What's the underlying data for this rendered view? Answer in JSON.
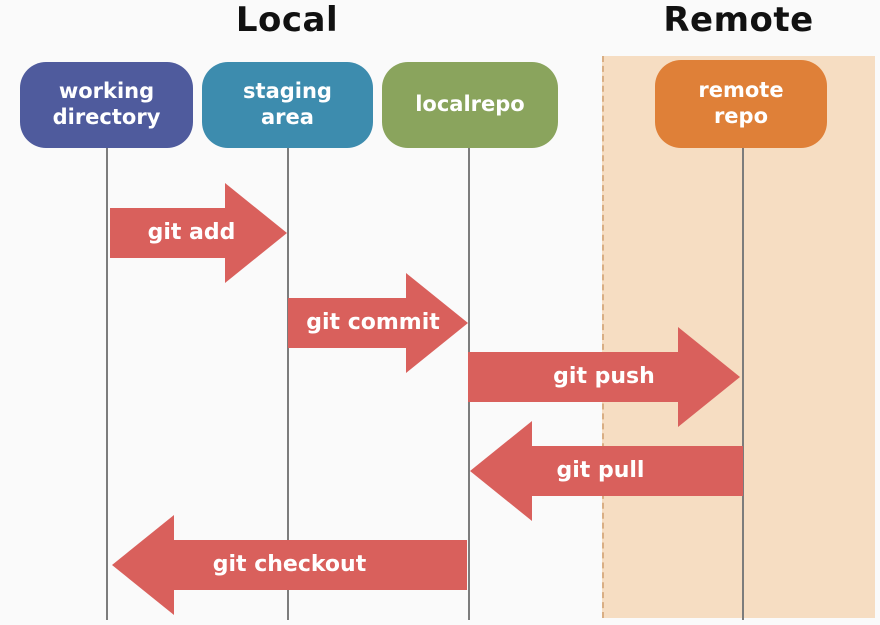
{
  "diagram": {
    "sections": [
      {
        "id": "local",
        "title": "Local"
      },
      {
        "id": "remote",
        "title": "Remote"
      }
    ],
    "nodes": [
      {
        "id": "working-directory",
        "label": "working\ndirectory",
        "color": "#4f5b9d"
      },
      {
        "id": "staging-area",
        "label": "staging\narea",
        "color": "#3d8cae"
      },
      {
        "id": "localrepo",
        "label": "localrepo",
        "color": "#8aa45d"
      },
      {
        "id": "remote-repo",
        "label": "remote\nrepo",
        "color": "#df8038"
      }
    ],
    "arrows": [
      {
        "label": "git add",
        "from": "working directory",
        "to": "staging area",
        "direction": "right"
      },
      {
        "label": "git commit",
        "from": "staging area",
        "to": "localrepo",
        "direction": "right"
      },
      {
        "label": "git push",
        "from": "localrepo",
        "to": "remote repo",
        "direction": "right"
      },
      {
        "label": "git pull",
        "from": "remote repo",
        "to": "localrepo",
        "direction": "left"
      },
      {
        "label": "git checkout",
        "from": "localrepo",
        "to": "working directory",
        "direction": "left"
      }
    ]
  },
  "colors": {
    "bg": "#fafafa",
    "box-blue": "#4f5b9d",
    "box-teal": "#3d8cae",
    "box-green": "#8aa45d",
    "box-orange": "#df8038",
    "remote-bg": "#f6ddc2",
    "remote-border": "#d9ae84",
    "arrow-red": "#d9605c",
    "line-gray": "#7c7c7c",
    "title-color": "#111111"
  }
}
